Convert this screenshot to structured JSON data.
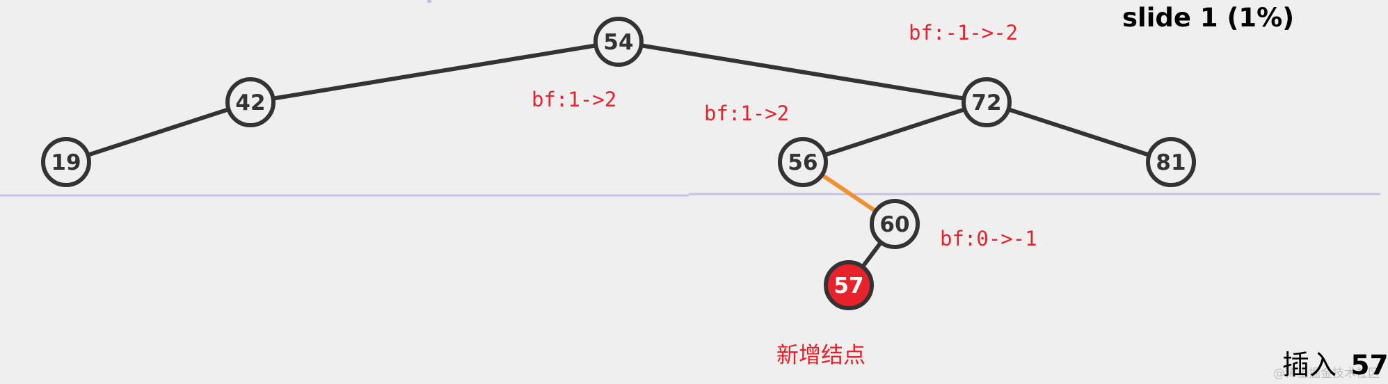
{
  "slide_label": "slide 1 (1%)",
  "insert_label": "插入",
  "insert_value": "57",
  "new_node_caption": "新增结点",
  "watermark": "@稀土掘金技术社区",
  "colors": {
    "edge": "#333333",
    "highlight_edge": "#f0902f",
    "node_fill": "#efefef",
    "new_node_fill": "#e8222a",
    "annotation": "#e8222a",
    "guide_line": "#c6c1e4"
  },
  "nodes": [
    {
      "id": "n54",
      "label": "54"
    },
    {
      "id": "n42",
      "label": "42"
    },
    {
      "id": "n72",
      "label": "72"
    },
    {
      "id": "n19",
      "label": "19"
    },
    {
      "id": "n56",
      "label": "56"
    },
    {
      "id": "n81",
      "label": "81"
    },
    {
      "id": "n60",
      "label": "60"
    },
    {
      "id": "n57",
      "label": "57",
      "is_new": true
    }
  ],
  "edges": [
    {
      "from": "n54",
      "to": "n42"
    },
    {
      "from": "n54",
      "to": "n72"
    },
    {
      "from": "n42",
      "to": "n19"
    },
    {
      "from": "n72",
      "to": "n56"
    },
    {
      "from": "n72",
      "to": "n81"
    },
    {
      "from": "n56",
      "to": "n60",
      "highlight": true
    },
    {
      "from": "n60",
      "to": "n57"
    }
  ],
  "balance_factors": [
    {
      "id": "bf54",
      "text": "bf:1->2"
    },
    {
      "id": "bf72",
      "text": "bf:-1->-2"
    },
    {
      "id": "bf56",
      "text": "bf:1->2"
    },
    {
      "id": "bf60",
      "text": "bf:0->-1"
    }
  ]
}
